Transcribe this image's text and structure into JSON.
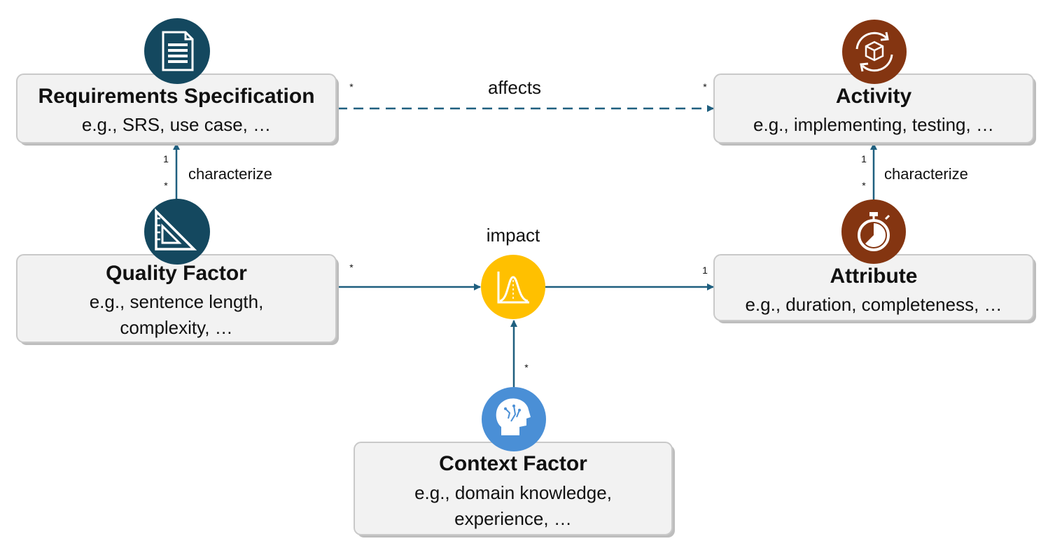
{
  "boxes": {
    "requirements_spec": {
      "title": "Requirements Specification",
      "example_lines": [
        "e.g., SRS, use case, …"
      ],
      "icon": "document-icon",
      "icon_color": "#14485f"
    },
    "activity": {
      "title": "Activity",
      "example_lines": [
        "e.g., implementing, testing, …"
      ],
      "icon": "cycle-box-icon",
      "icon_color": "#843511"
    },
    "quality_factor": {
      "title": "Quality Factor",
      "example_lines": [
        "e.g., sentence length,",
        "complexity, …"
      ],
      "icon": "set-square-icon",
      "icon_color": "#14485f"
    },
    "attribute": {
      "title": "Attribute",
      "example_lines": [
        "e.g., duration, completeness, …"
      ],
      "icon": "stopwatch-icon",
      "icon_color": "#843511"
    },
    "context_factor": {
      "title": "Context Factor",
      "example_lines": [
        "e.g., domain knowledge,",
        "experience, …"
      ],
      "icon": "head-brain-icon",
      "icon_color": "#4a8fd6"
    }
  },
  "impact_node": {
    "label": "impact",
    "icon": "bell-curve-icon",
    "color": "#ffc000"
  },
  "connections": {
    "affects": {
      "label": "affects",
      "source_mult": "*",
      "target_mult": "*"
    },
    "characterize_left": {
      "label": "characterize",
      "source_mult": "*",
      "target_mult": "1"
    },
    "characterize_right": {
      "label": "characterize",
      "source_mult": "*",
      "target_mult": "1"
    },
    "quality_impact": {
      "source_mult": "*"
    },
    "impact_attribute": {
      "target_mult": "1"
    },
    "context_impact": {
      "source_mult": "*"
    }
  },
  "colors": {
    "connector": "#1f5f7f",
    "box_fill": "#f2f2f2"
  }
}
